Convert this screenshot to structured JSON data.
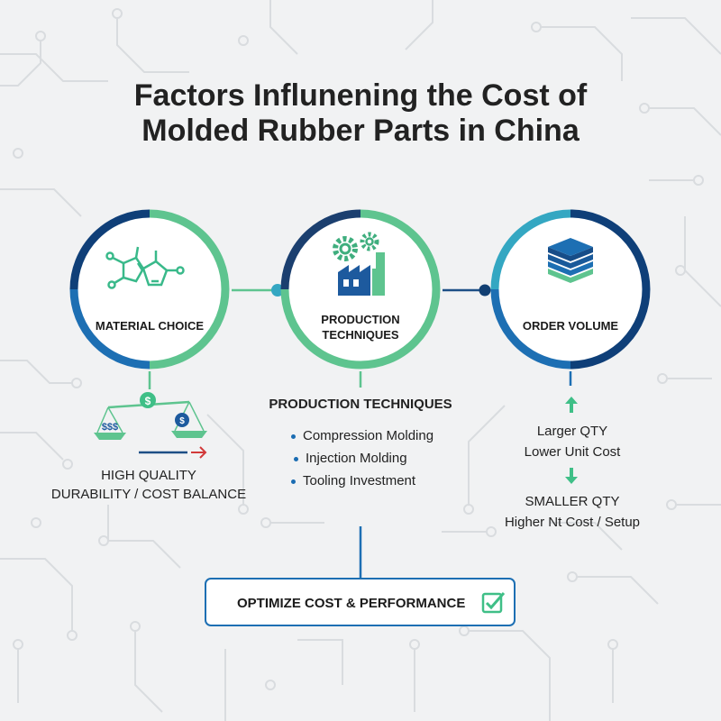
{
  "title_lines": [
    "Factors Influnening the Cost of",
    "Molded Rubber Parts in China"
  ],
  "colors": {
    "navy": "#0f3f78",
    "blue": "#1d6fb3",
    "green": "#5ec48f",
    "teal": "#34a7c2",
    "red": "#d23a3a"
  },
  "nodes": [
    {
      "label": "MATERIAL CHOICE",
      "icon": "molecule-icon"
    },
    {
      "label_lines": [
        "PRODUCTION",
        "TECHNIQUES"
      ],
      "icon": "factory-gears-icon"
    },
    {
      "label": "ORDER VOLUME",
      "icon": "layer-stack-icon"
    }
  ],
  "material": {
    "scale_text": "$$$",
    "coin_text": "$",
    "caption_lines": [
      "HIGH QUALITY",
      "DURABILITY / COST BALANCE"
    ]
  },
  "production": {
    "heading": "PRODUCTION TECHNIQUES",
    "items": [
      "Compression Molding",
      "Injection Molding",
      "Tooling Investment"
    ]
  },
  "volume": {
    "larger_lines": [
      "Larger QTY",
      "Lower Unit Cost"
    ],
    "smaller_lines": [
      "SMALLER QTY",
      "Higher Nt Cost / Setup"
    ]
  },
  "cta": {
    "label": "OPTIMIZE COST & PERFORMANCE",
    "icon": "check-box-icon"
  }
}
